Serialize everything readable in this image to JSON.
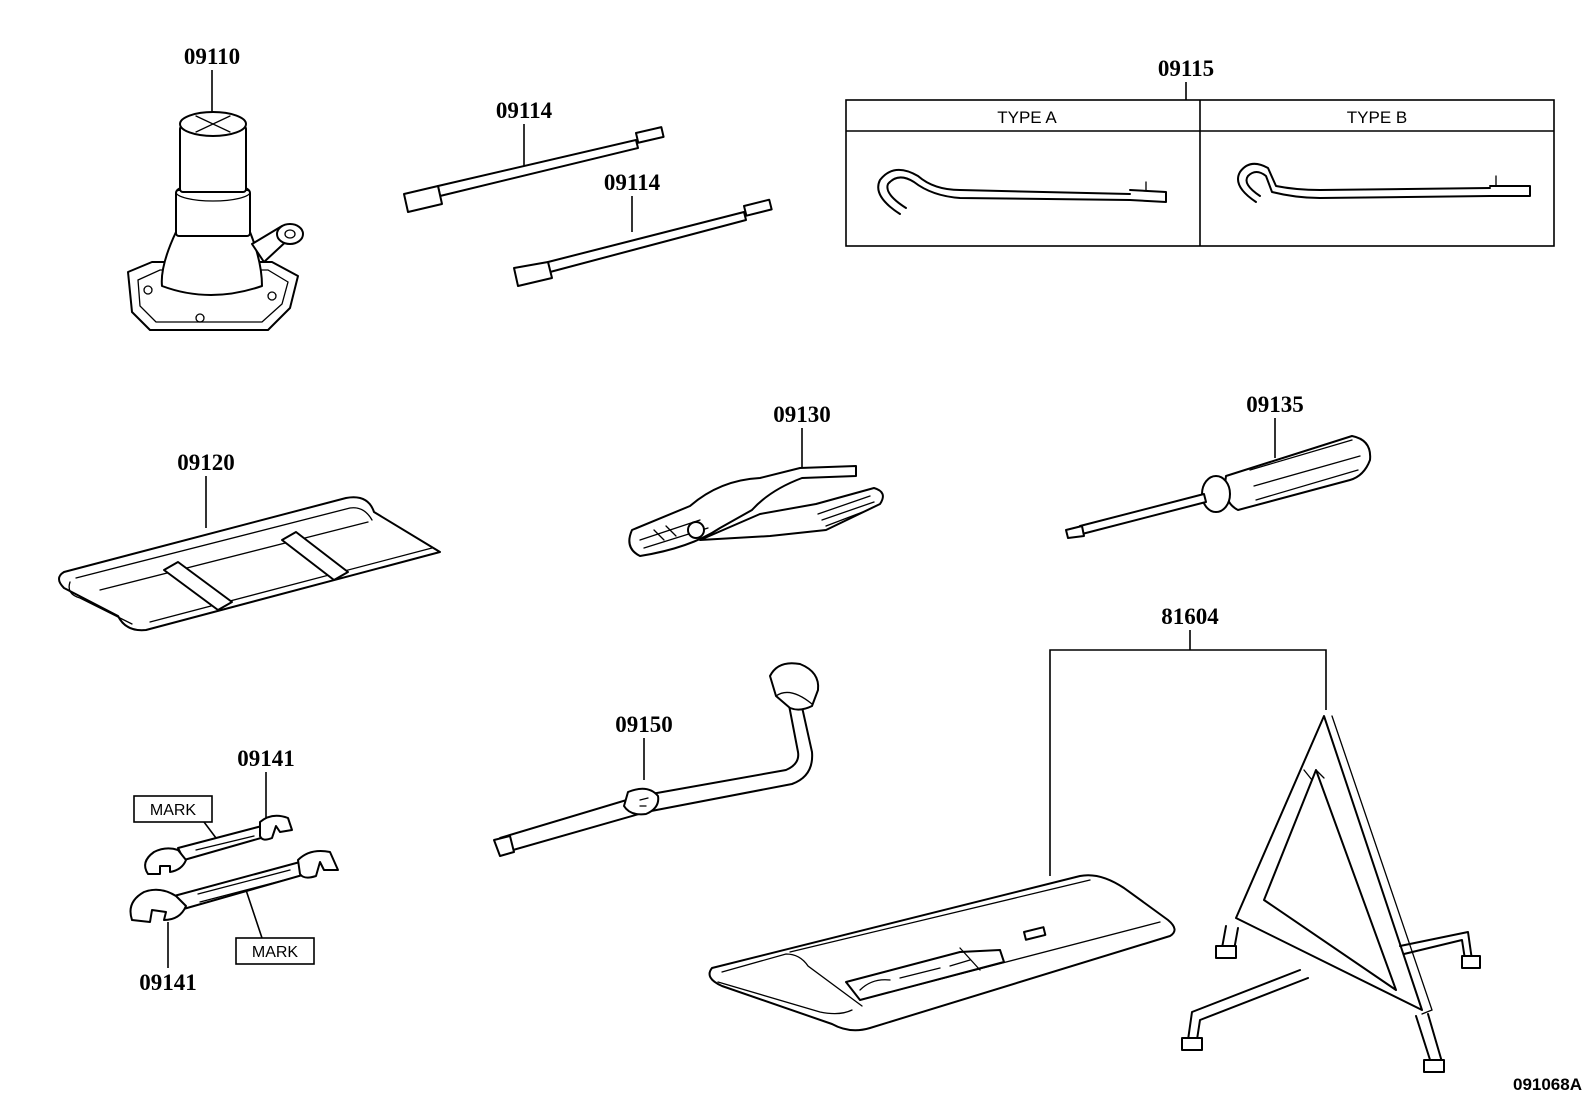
{
  "diagram": {
    "ref_code": "091068A",
    "parts": {
      "jack": "09110",
      "handle_upper": "09114",
      "handle_lower": "09114",
      "hook": "09115",
      "tool_bag": "09120",
      "pliers": "09130",
      "screwdriver": "09135",
      "wrench_upper": "09141",
      "wrench_lower": "09141",
      "lug_wrench": "09150",
      "warning_triangle": "81604"
    },
    "type_table": {
      "type_a": "TYPE A",
      "type_b": "TYPE B"
    },
    "marks": {
      "upper": "MARK",
      "lower": "MARK"
    }
  }
}
